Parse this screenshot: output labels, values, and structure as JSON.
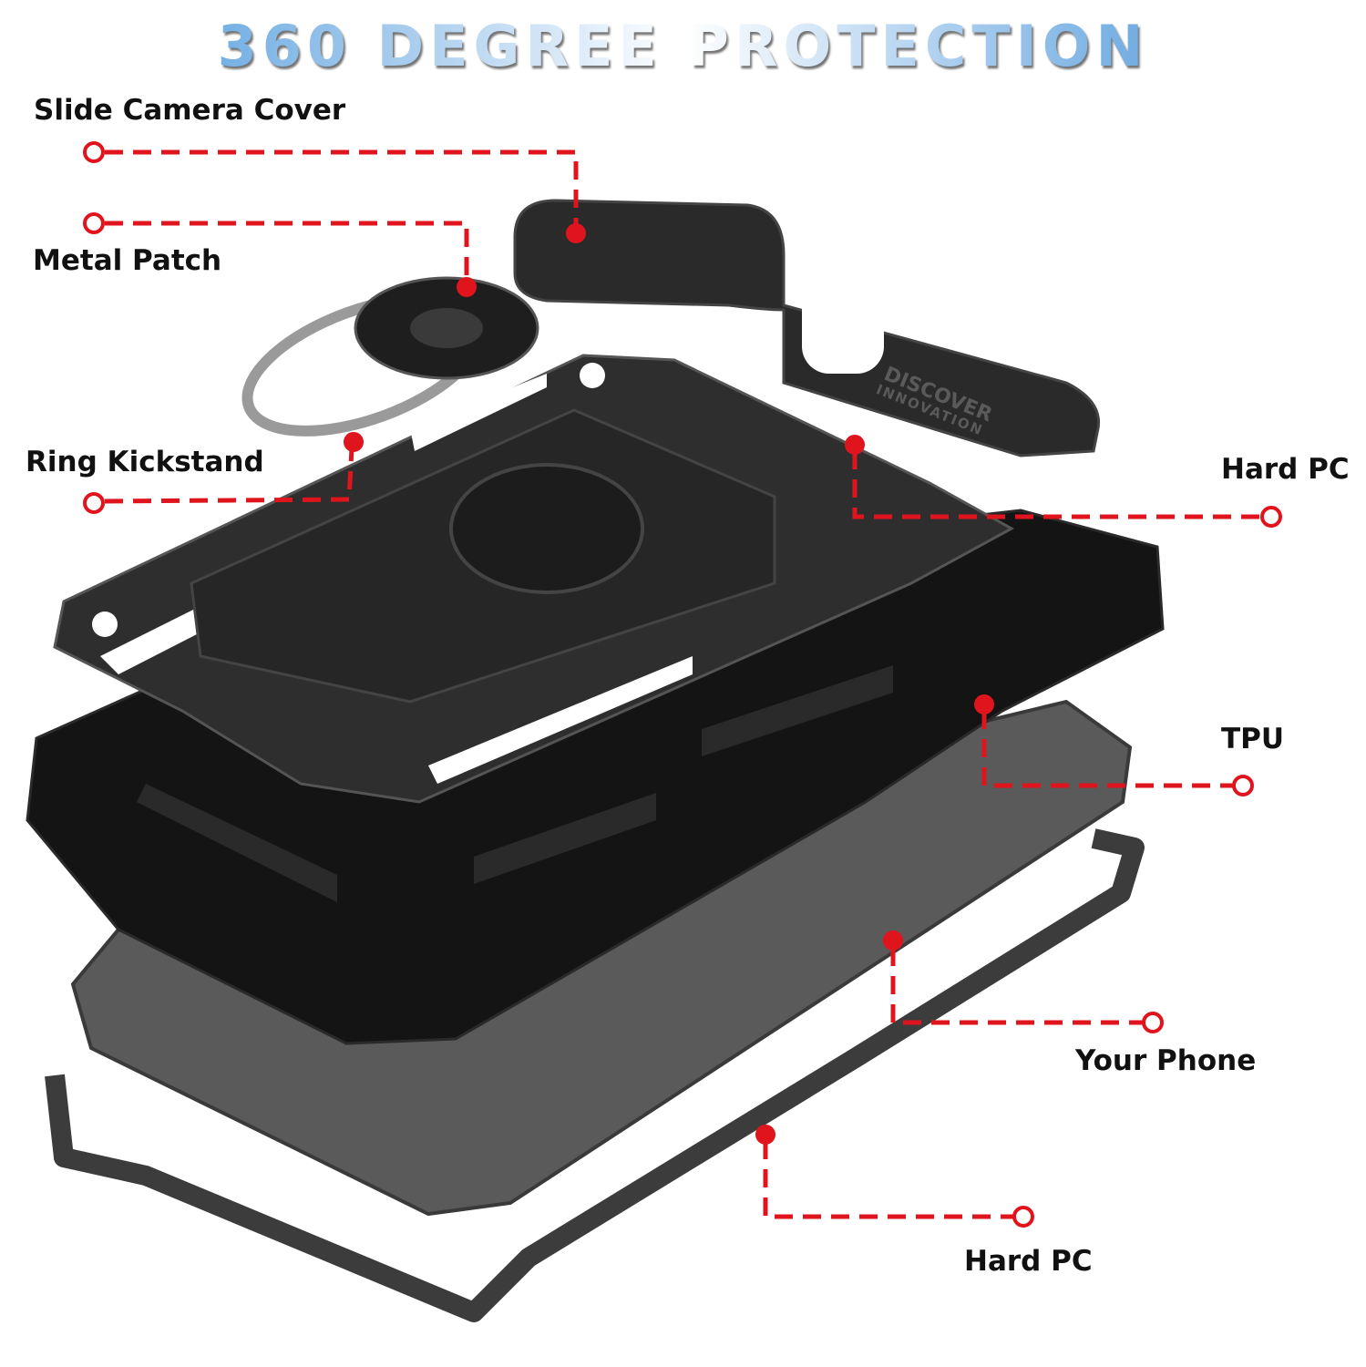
{
  "title": "360 DEGREE PROTECTION",
  "labels": {
    "slide_camera_cover": "Slide Camera Cover",
    "metal_patch": "Metal Patch",
    "ring_kickstand": "Ring Kickstand",
    "hard_pc_top": "Hard PC",
    "tpu": "TPU",
    "your_phone": "Your Phone",
    "hard_pc_bottom": "Hard PC"
  },
  "embossed": {
    "line1": "DISCOVER",
    "line2": "INNOVATION"
  },
  "colors": {
    "callout": "#e0141c",
    "title_blue": "#3a8fd8",
    "case": "#1a1a1a"
  }
}
